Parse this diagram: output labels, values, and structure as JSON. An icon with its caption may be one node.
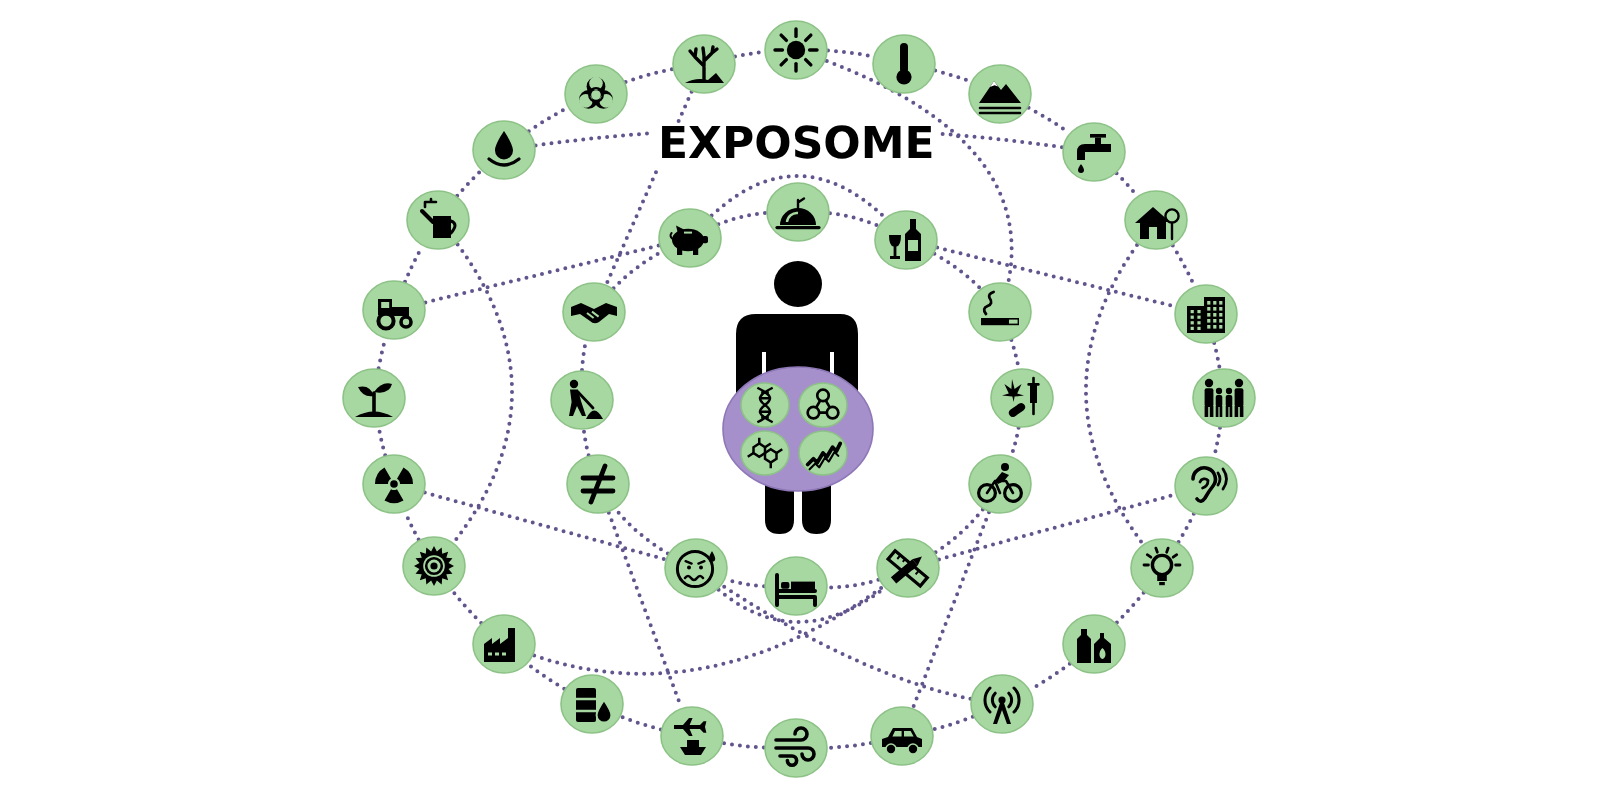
{
  "diagram": {
    "title": "EXPOSOME",
    "nodes": [
      {
        "text": [],
        "shape": "circle"
      },
      {
        "text": [],
        "shape": "circle"
      },
      {
        "text": [],
        "shape": "circle"
      },
      {
        "text": [],
        "shape": "circle"
      },
      {
        "text": [],
        "shape": "circle"
      },
      {
        "text": [],
        "shape": "circle"
      },
      {
        "text": [],
        "shape": "circle"
      },
      {
        "text": [],
        "shape": "circle"
      },
      {
        "text": [],
        "shape": "circle"
      },
      {
        "text": [],
        "shape": "circle"
      },
      {
        "text": [],
        "shape": "circle"
      },
      {
        "text": [],
        "shape": "circle"
      },
      {
        "text": [],
        "shape": "circle"
      },
      {
        "text": [],
        "shape": "circle"
      },
      {
        "text": [],
        "shape": "circle"
      },
      {
        "text": [],
        "shape": "circle"
      },
      {
        "text": [],
        "shape": "circle"
      },
      {
        "text": [],
        "shape": "circle"
      },
      {
        "text": [],
        "shape": "circle"
      },
      {
        "text": [],
        "shape": "circle",
        "in": 18
      },
      {
        "text": [],
        "shape": "circle",
        "in": 18
      },
      {
        "text": [],
        "shape": "circle",
        "in": 18
      },
      {
        "text": [],
        "shape": "circle",
        "in": 18
      },
      {
        "text": [],
        "shape": "circle"
      },
      {
        "text": [],
        "shape": "circle"
      },
      {
        "text": [],
        "shape": "circle"
      },
      {
        "text": [],
        "shape": "circle"
      },
      {
        "text": [],
        "shape": "circle"
      },
      {
        "text": [],
        "shape": "circle"
      },
      {
        "text": [],
        "shape": "circle"
      },
      {
        "text": [],
        "shape": "circle"
      },
      {
        "text": [],
        "shape": "circle"
      },
      {
        "text": [],
        "shape": "circle"
      },
      {
        "text": [],
        "shape": "circle"
      },
      {
        "text": [],
        "shape": "circle"
      },
      {
        "text": [],
        "shape": "circle"
      },
      {
        "text": [],
        "shape": "circle"
      },
      {
        "text": [],
        "shape": "circle"
      },
      {
        "text": [],
        "shape": "circle"
      },
      {
        "text": [],
        "shape": "circle"
      },
      {
        "text": [],
        "shape": "circle"
      }
    ],
    "edges": [
      {
        "from": 1,
        "to": 2,
        "arrow": "none"
      },
      {
        "from": 2,
        "to": 4,
        "arrow": "none"
      },
      {
        "from": 4,
        "to": 6,
        "arrow": "none"
      },
      {
        "from": 6,
        "to": 11,
        "arrow": "none"
      },
      {
        "from": 11,
        "to": 15,
        "arrow": "none"
      },
      {
        "from": 15,
        "to": 24,
        "arrow": "none"
      },
      {
        "from": 24,
        "to": 28,
        "arrow": "none"
      },
      {
        "from": 28,
        "to": 33,
        "arrow": "none"
      },
      {
        "from": 33,
        "to": 35,
        "arrow": "none"
      },
      {
        "from": 35,
        "to": 37,
        "arrow": "none"
      },
      {
        "from": 37,
        "to": 40,
        "arrow": "none"
      },
      {
        "from": 40,
        "to": 39,
        "arrow": "none"
      },
      {
        "from": 39,
        "to": 38,
        "arrow": "none"
      },
      {
        "from": 38,
        "to": 36,
        "arrow": "none"
      },
      {
        "from": 36,
        "to": 34,
        "arrow": "none"
      },
      {
        "from": 34,
        "to": 29,
        "arrow": "none"
      },
      {
        "from": 29,
        "to": 25,
        "arrow": "none"
      },
      {
        "from": 25,
        "to": 16,
        "arrow": "none"
      },
      {
        "from": 16,
        "to": 12,
        "arrow": "none"
      },
      {
        "from": 12,
        "to": 7,
        "arrow": "none"
      },
      {
        "from": 7,
        "to": 5,
        "arrow": "none"
      },
      {
        "from": 5,
        "to": 3,
        "arrow": "none"
      },
      {
        "from": 3,
        "to": 0,
        "arrow": "none"
      },
      {
        "from": 0,
        "to": 1,
        "arrow": "none"
      },
      {
        "from": 13,
        "to": 8,
        "arrow": "none"
      },
      {
        "from": 8,
        "to": 9,
        "arrow": "none"
      },
      {
        "from": 9,
        "to": 10,
        "arrow": "none"
      },
      {
        "from": 10,
        "to": 14,
        "arrow": "none"
      },
      {
        "from": 14,
        "to": 23,
        "arrow": "none"
      },
      {
        "from": 23,
        "to": 27,
        "arrow": "none"
      },
      {
        "from": 27,
        "to": 32,
        "arrow": "none"
      },
      {
        "from": 32,
        "to": 31,
        "arrow": "none"
      },
      {
        "from": 31,
        "to": 30,
        "arrow": "none"
      },
      {
        "from": 30,
        "to": 26,
        "arrow": "none"
      },
      {
        "from": 26,
        "to": 17,
        "arrow": "none"
      },
      {
        "from": 17,
        "to": 13,
        "arrow": "none"
      },
      {
        "from": 5,
        "to": 6,
        "arrow": "none"
      },
      {
        "from": 12,
        "to": 8,
        "arrow": "none"
      },
      {
        "from": 8,
        "to": 10,
        "arrow": "none"
      },
      {
        "from": 10,
        "to": 15,
        "arrow": "none"
      },
      {
        "from": 25,
        "to": 30,
        "arrow": "none"
      },
      {
        "from": 30,
        "to": 32,
        "arrow": "none"
      },
      {
        "from": 32,
        "to": 28,
        "arrow": "none"
      },
      {
        "from": 0,
        "to": 13,
        "arrow": "none"
      },
      {
        "from": 1,
        "to": 14,
        "arrow": "none"
      },
      {
        "from": 26,
        "to": 38,
        "arrow": "none"
      },
      {
        "from": 27,
        "to": 40,
        "arrow": "none"
      },
      {
        "from": 7,
        "to": 29,
        "arrow": "none"
      },
      {
        "from": 11,
        "to": 33,
        "arrow": "none"
      },
      {
        "from": 34,
        "to": 32,
        "arrow": "none"
      },
      {
        "from": 37,
        "to": 30,
        "arrow": "none"
      }
    ]
  }
}
